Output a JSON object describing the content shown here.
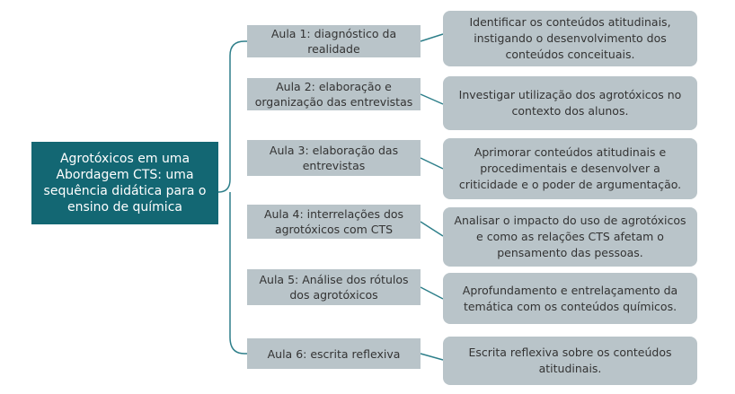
{
  "root": {
    "title": "Agrotóxicos em uma Abordagem CTS: uma sequência didática para o ensino de química"
  },
  "lessons": [
    {
      "label": "Aula 1: diagnóstico da realidade",
      "goal": "Identificar os conteúdos atitudinais, instigando o desenvolvimento dos conteúdos conceituais."
    },
    {
      "label": "Aula 2: elaboração e organização das entrevistas",
      "goal": "Investigar utilização dos agrotóxicos no contexto dos alunos."
    },
    {
      "label": "Aula 3: elaboração das entrevistas",
      "goal": "Aprimorar conteúdos atitudinais e procedimentais e desenvolver a criticidade e o poder de argumentação."
    },
    {
      "label": "Aula 4: interrelações dos agrotóxicos com CTS",
      "goal": "Analisar o impacto do uso de agrotóxicos e como as relações CTS afetam o pensamento das pessoas."
    },
    {
      "label": "Aula 5: Análise dos rótulos dos agrotóxicos",
      "goal": "Aprofundamento e entrelaçamento da temática com os conteúdos químicos."
    },
    {
      "label": "Aula 6: escrita reflexiva",
      "goal": "Escrita reflexiva sobre os conteúdos atitudinais."
    }
  ],
  "colors": {
    "root_bg": "#136773",
    "box_bg": "#b9c4c9",
    "connector": "#2e7f8a"
  }
}
